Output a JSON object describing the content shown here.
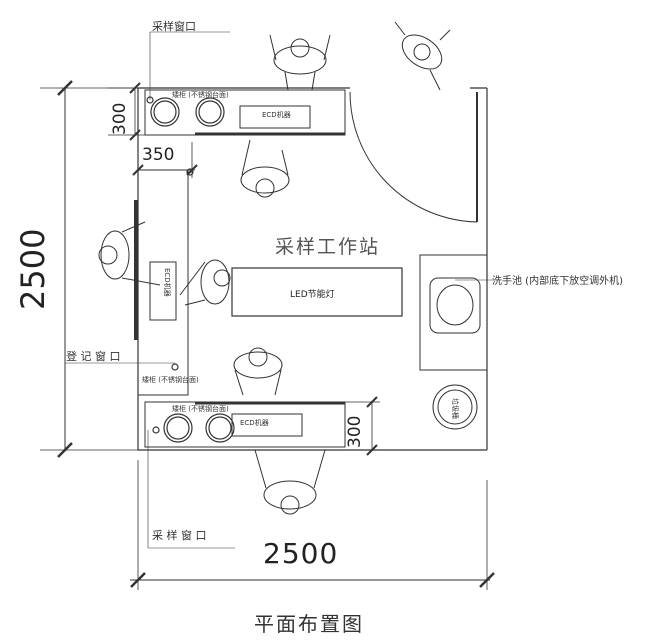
{
  "labels": {
    "window_top": "采样窗口",
    "window_bottom": "采 样 窗 口",
    "register_window": "登 记 窗 口",
    "station": "采样工作站",
    "led": "LED节能灯",
    "sink": "洗手池 (内部底下放空调外机)",
    "cabinet_top": "矮柜 (不锈钢台面)",
    "cabinet_mid": "矮柜 (不锈钢台面)",
    "cabinet_bottom": "矮柜 (不锈钢台面)",
    "machine_top": "ECD机器",
    "machine_bottom": "ECD机器",
    "machine_left": "ECD机器",
    "bin": "垃圾桶"
  },
  "dimensions": {
    "overall_height": "2500",
    "overall_width": "2500",
    "top_window_depth": "300",
    "left_window_depth": "350",
    "bottom_window_depth": "300"
  },
  "title": "平面布置图"
}
